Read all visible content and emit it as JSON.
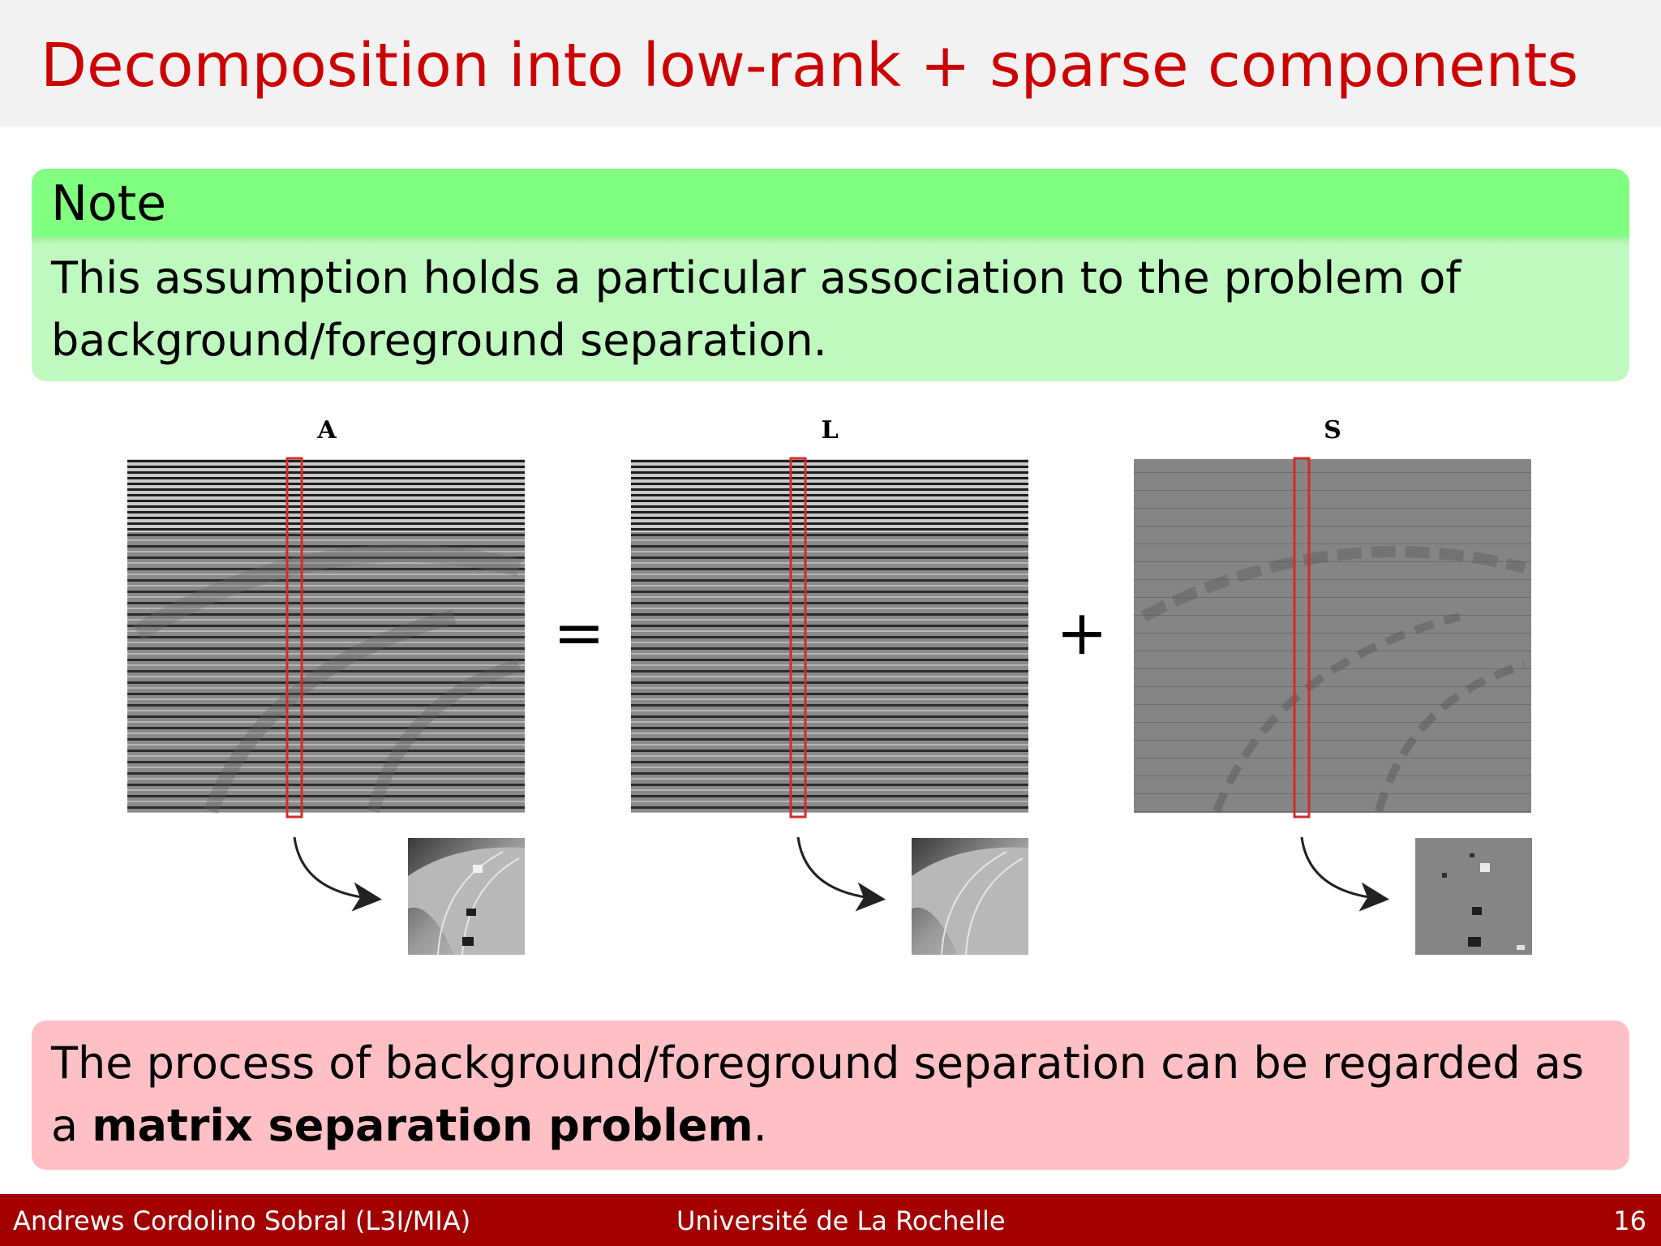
{
  "title": "Decomposition into low-rank + sparse components",
  "note": {
    "heading": "Note",
    "body": "This assumption holds a particular association to the problem of background/foreground separation."
  },
  "figure": {
    "labels": [
      "A",
      "L",
      "S"
    ],
    "operators": [
      "=",
      "+"
    ],
    "colors": {
      "highlight": "#d42a2a",
      "matrix_dark": "#2e2e2e",
      "sparse_bg": "#868686"
    }
  },
  "alert": {
    "text_before": "The process of background/foreground separation can be regarded as a",
    "bold": "matrix separation problem",
    "text_after": "."
  },
  "footer": {
    "author": "Andrews Cordolino Sobral (L3I/MIA)",
    "institution": "Université de La Rochelle",
    "page": "16"
  },
  "colors": {
    "title": "#cc0000",
    "note_header": "#80ff80",
    "note_body": "#bff9bf",
    "alert_body": "#ffc0c5",
    "footer_bg": "#a30000"
  }
}
